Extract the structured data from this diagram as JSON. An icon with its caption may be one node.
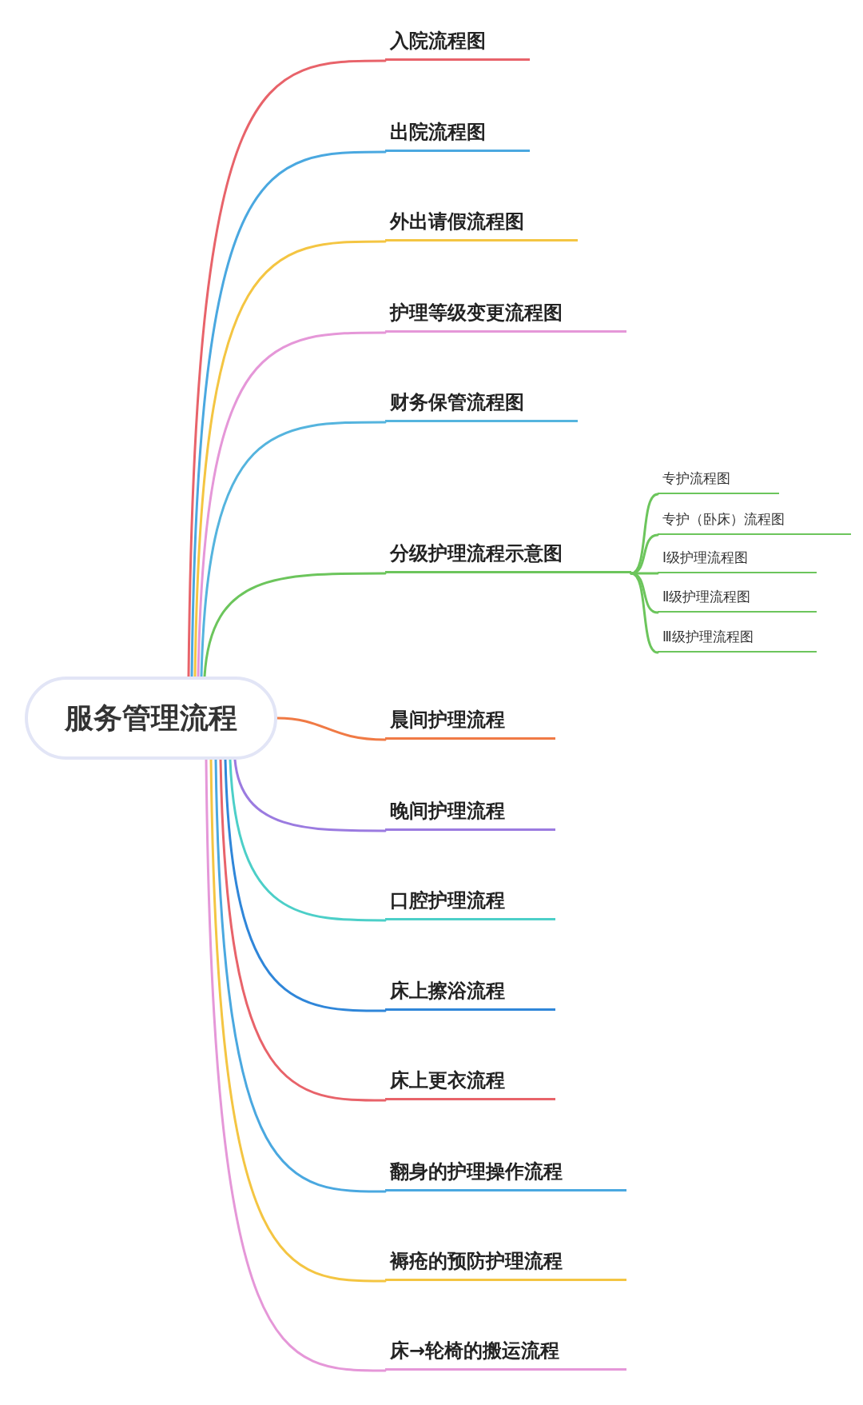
{
  "diagram": {
    "nodes": [
      {
        "text": [
          "服务管理流程"
        ]
      },
      {
        "text": [
          "入院流程图"
        ]
      },
      {
        "text": [
          "出院流程图"
        ]
      },
      {
        "text": [
          "外出请假流程图"
        ]
      },
      {
        "text": [
          "护理等级变更流程图"
        ]
      },
      {
        "text": [
          "财务保管流程图"
        ]
      },
      {
        "text": [
          "分级护理流程示意图"
        ]
      },
      {
        "text": [
          "专护流程图"
        ]
      },
      {
        "text": [
          "专护（卧床）流程图"
        ]
      },
      {
        "text": [
          "Ⅰ级护理流程图"
        ]
      },
      {
        "text": [
          "Ⅱ级护理流程图"
        ]
      },
      {
        "text": [
          "Ⅲ级护理流程图"
        ]
      },
      {
        "text": [
          "晨间护理流程"
        ]
      },
      {
        "text": [
          "晚间护理流程"
        ]
      },
      {
        "text": [
          "口腔护理流程"
        ]
      },
      {
        "text": [
          "床上擦浴流程"
        ]
      },
      {
        "text": [
          "床上更衣流程"
        ]
      },
      {
        "text": [
          "翻身的护理操作流程"
        ]
      },
      {
        "text": [
          "褥疮的预防护理流程"
        ]
      },
      {
        "text": [
          "床→轮椅的搬运流程"
        ]
      }
    ],
    "edges": [
      {
        "from": 0,
        "to": 1,
        "arrow": "none",
        "color": "#e8636a"
      },
      {
        "from": 0,
        "to": 2,
        "arrow": "none",
        "color": "#4aa8e0"
      },
      {
        "from": 0,
        "to": 3,
        "arrow": "none",
        "color": "#f4c542"
      },
      {
        "from": 0,
        "to": 4,
        "arrow": "none",
        "color": "#e597d8"
      },
      {
        "from": 0,
        "to": 5,
        "arrow": "none",
        "color": "#55b4de"
      },
      {
        "from": 0,
        "to": 6,
        "arrow": "none",
        "color": "#6cc55c"
      },
      {
        "from": 6,
        "to": 7,
        "arrow": "none",
        "color": "#6cc55c"
      },
      {
        "from": 6,
        "to": 8,
        "arrow": "none",
        "color": "#6cc55c"
      },
      {
        "from": 6,
        "to": 9,
        "arrow": "none",
        "color": "#6cc55c"
      },
      {
        "from": 6,
        "to": 10,
        "arrow": "none",
        "color": "#6cc55c"
      },
      {
        "from": 6,
        "to": 11,
        "arrow": "none",
        "color": "#6cc55c"
      },
      {
        "from": 0,
        "to": 12,
        "arrow": "none",
        "color": "#f07a45"
      },
      {
        "from": 0,
        "to": 13,
        "arrow": "none",
        "color": "#9b7be0"
      },
      {
        "from": 0,
        "to": 14,
        "arrow": "none",
        "color": "#4ccfc8"
      },
      {
        "from": 0,
        "to": 15,
        "arrow": "none",
        "color": "#2f86d9"
      },
      {
        "from": 0,
        "to": 16,
        "arrow": "none",
        "color": "#e8636a"
      },
      {
        "from": 0,
        "to": 17,
        "arrow": "none",
        "color": "#4aa8e0"
      },
      {
        "from": 0,
        "to": 18,
        "arrow": "none",
        "color": "#f4c542"
      },
      {
        "from": 0,
        "to": 19,
        "arrow": "none",
        "color": "#e597d8"
      }
    ]
  }
}
